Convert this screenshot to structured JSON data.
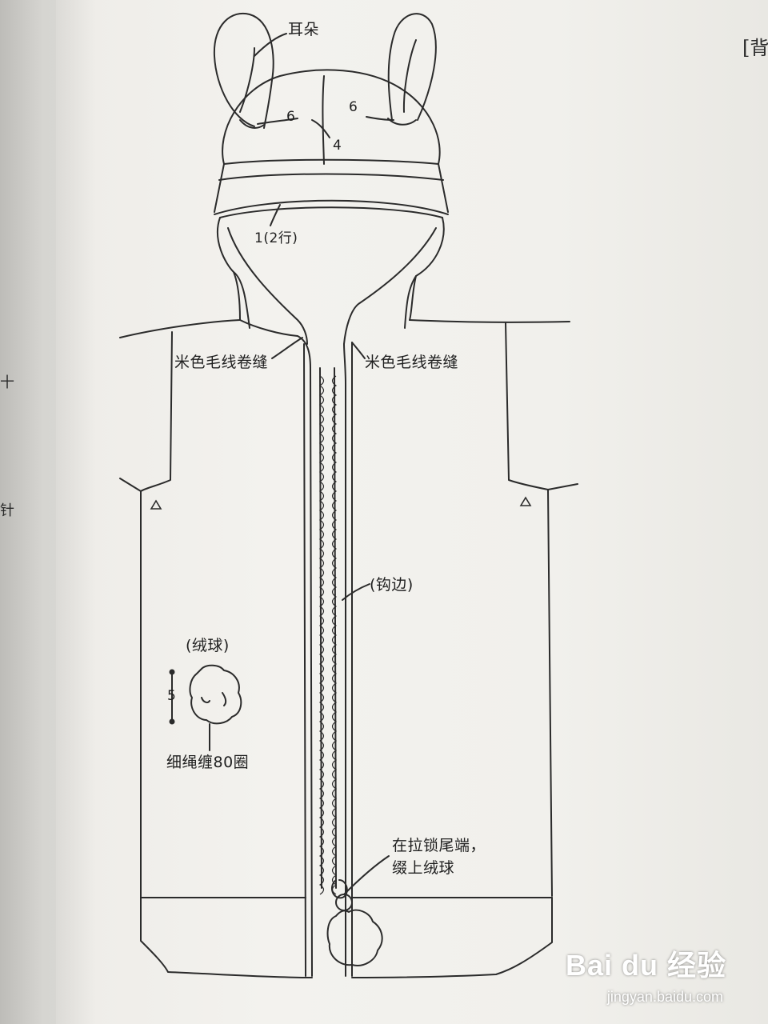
{
  "labels": {
    "ears": "耳朵",
    "hood_left_count": "6",
    "hood_right_count": "6",
    "hood_center_count": "4",
    "hood_brim": "1(2行)",
    "seam_left": "米色毛线卷缝",
    "seam_right": "米色毛线卷缝",
    "crochet_edge": "(钩边)",
    "pompom_title": "(绒球)",
    "pompom_size": "5",
    "pompom_note": "细绳缠80圈",
    "zipper_note_1": "在拉锁尾端，",
    "zipper_note_2": "缀上绒球"
  },
  "margin_left": [
    "十",
    "针"
  ],
  "margin_right": "[背",
  "watermark": {
    "brand": "Bai du 经验",
    "url": "jingyan.baidu.com"
  },
  "colors": {
    "line": "#2b2b2b",
    "paper": "#f1f0ec"
  }
}
